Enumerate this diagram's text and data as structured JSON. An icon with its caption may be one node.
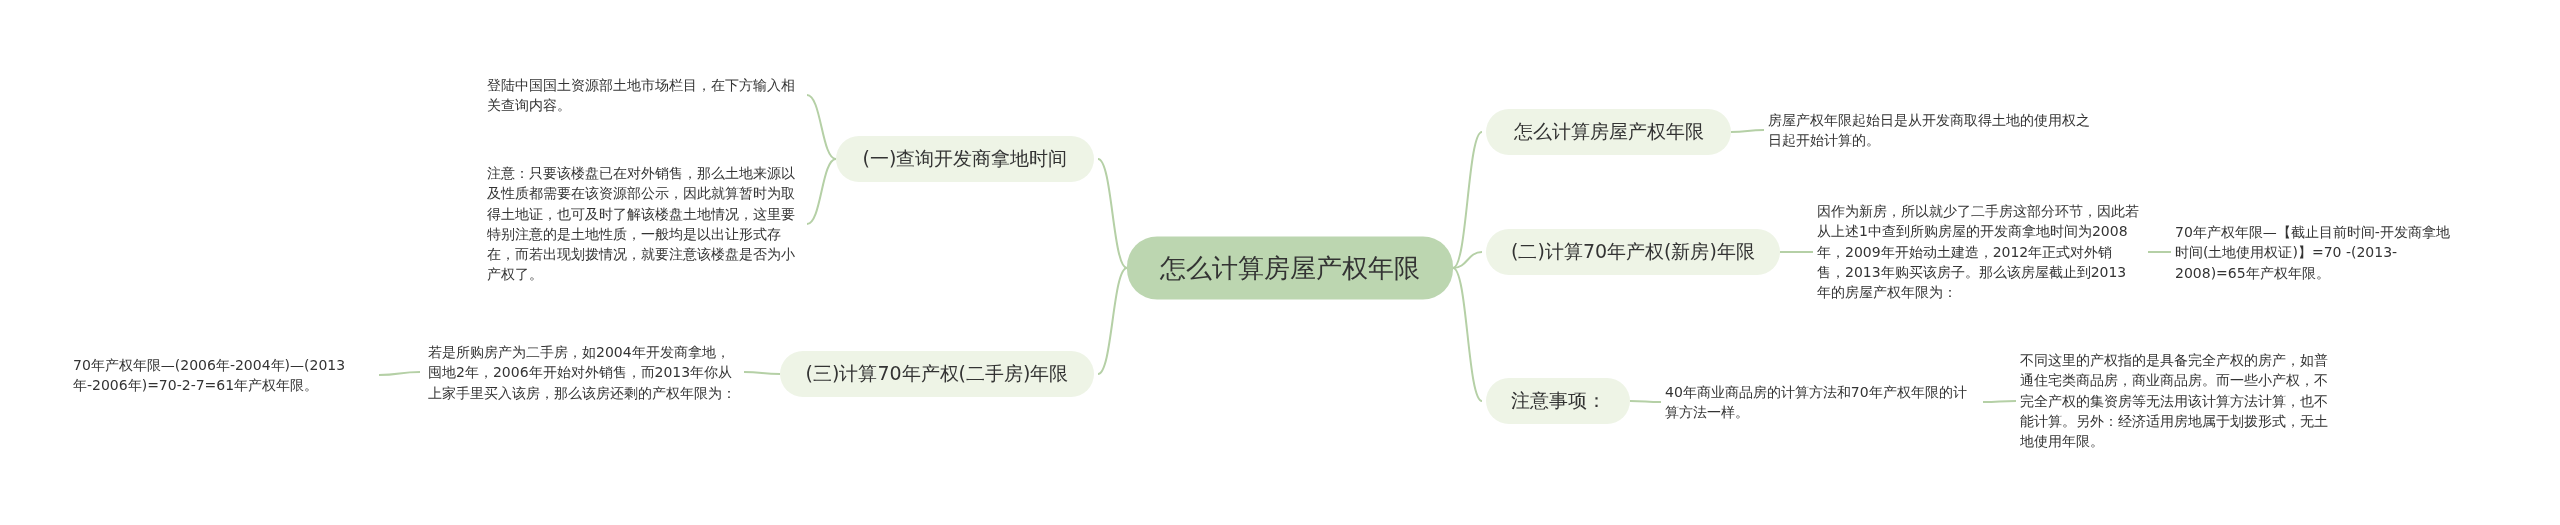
{
  "diagram": {
    "nodes": [
      {
        "text": [
          "怎么计算房屋产权年限"
        ]
      },
      {
        "text": [
          "(一)查询开发商拿地时间"
        ]
      },
      {
        "text": [
          "登陆中国国土资源部土地市场栏目，在下方输入相关查询内容。"
        ]
      },
      {
        "text": [
          "注意：只要该楼盘已在对外销售，那么土地来源以及性质都需要在该资源部公示，因此就算暂时为取得土地证，也可及时了解该楼盘土地情况，这里要特别注意的是土地性质，一般均是以出让形式存在，而若出现划拨情况，就要注意该楼盘是否为小产权了。"
        ]
      },
      {
        "text": [
          "(三)计算70年产权(二手房)年限"
        ]
      },
      {
        "text": [
          "若是所购房产为二手房，如2004年开发商拿地，囤地2年，2006年开始对外销售，而2013年你从上家手里买入该房，那么该房还剩的产权年限为："
        ]
      },
      {
        "text": [
          "70年产权年限—(2006年-2004年)—(2013年-2006年)=70-2-7=61年产权年限。"
        ]
      },
      {
        "text": [
          "怎么计算房屋产权年限"
        ]
      },
      {
        "text": [
          "房屋产权年限起始日是从开发商取得土地的使用权之日起开始计算的。"
        ]
      },
      {
        "text": [
          "(二)计算70年产权(新房)年限"
        ]
      },
      {
        "text": [
          "因作为新房，所以就少了二手房这部分环节，因此若从上述1中查到所购房屋的开发商拿地时间为2008年，2009年开始动土建造，2012年正式对外销售，2013年购买该房子。那么该房屋截止到2013年的房屋产权年限为："
        ]
      },
      {
        "text": [
          "70年产权年限—【截止目前时间-开发商拿地时间(土地使用权证)】=70 -(2013-2008)=65年产权年限。"
        ]
      },
      {
        "text": [
          "注意事项："
        ]
      },
      {
        "text": [
          "40年商业商品房的计算方法和70年产权年限的计算方法一样。"
        ]
      },
      {
        "text": [
          "不同这里的产权指的是具备完全产权的房产，如普通住宅类商品房，商业商品房。而一些小产权，不完全产权的集资房等无法用该计算方法计算，也不能计算。另外：经济适用房地属于划拨形式，无土地使用年限。"
        ]
      }
    ],
    "edges": [
      {
        "from": 0,
        "to": 1,
        "arrow": "none"
      },
      {
        "from": 1,
        "to": 2,
        "arrow": "none"
      },
      {
        "from": 1,
        "to": 3,
        "arrow": "none"
      },
      {
        "from": 0,
        "to": 4,
        "arrow": "none"
      },
      {
        "from": 4,
        "to": 5,
        "arrow": "none"
      },
      {
        "from": 5,
        "to": 6,
        "arrow": "none"
      },
      {
        "from": 0,
        "to": 7,
        "arrow": "none"
      },
      {
        "from": 7,
        "to": 8,
        "arrow": "none"
      },
      {
        "from": 0,
        "to": 9,
        "arrow": "none"
      },
      {
        "from": 9,
        "to": 10,
        "arrow": "none"
      },
      {
        "from": 10,
        "to": 11,
        "arrow": "none"
      },
      {
        "from": 0,
        "to": 12,
        "arrow": "none"
      },
      {
        "from": 12,
        "to": 13,
        "arrow": "none"
      },
      {
        "from": 13,
        "to": 14,
        "arrow": "none"
      }
    ]
  }
}
